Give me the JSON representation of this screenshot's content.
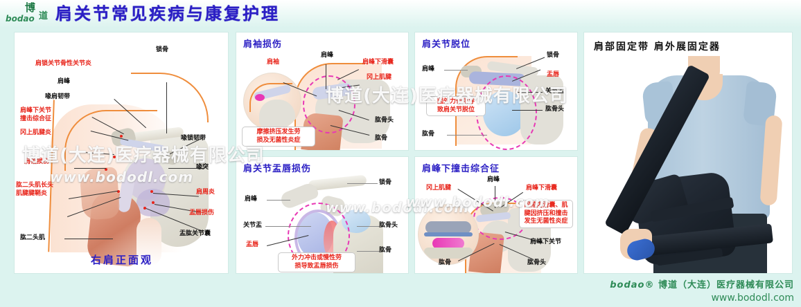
{
  "header": {
    "logo_text": "bodao",
    "logo_cn": "博",
    "logo_cn2": "道",
    "title": "肩关节常见疾病与康复护理"
  },
  "watermarks": {
    "company": "博道(大连)医疗器械有限公司",
    "site": "www.bododl.com"
  },
  "panel1": {
    "caption": "右肩正面观",
    "labels": {
      "clavicle": "锁骨",
      "ac_arthritis": "肩锁关节骨性关节炎",
      "acromion": "肩峰",
      "coracoacromial_lig": "喙肩韧带",
      "impingement": "肩峰下关节\n撞击综合征",
      "impingement_l1": "肩峰下关节",
      "impingement_l2": "撞击综合征",
      "supraspinatus_tendinitis": "冈上肌腱炎",
      "rotator_cuff_injury": "肩袖损伤",
      "biceps_long_head_l1": "肱二头肌长头",
      "biceps_long_head_l2": "肌腱腱鞘炎",
      "biceps": "肱二头肌",
      "coracoclavicular_lig": "喙锁韧带",
      "coracoid": "喙突",
      "frozen_shoulder": "肩周炎",
      "labrum_injury": "盂唇损伤",
      "glenohumeral_capsule": "盂肱关节囊"
    }
  },
  "panel2": {
    "title": "肩袖损伤",
    "labels": {
      "rotator_cuff": "肩袖",
      "acromion": "肩峰",
      "subacromial_bursa": "肩峰下滑囊",
      "supraspinatus_tendon": "冈上肌腱",
      "humeral_head": "肱骨头",
      "humerus": "肱骨"
    },
    "callout_l1": "摩擦挤压发生劳",
    "callout_l2": "损及无菌性炎症"
  },
  "panel3": {
    "title": "肩关节脱位",
    "labels": {
      "acromion": "肩峰",
      "clavicle": "锁骨",
      "labrum": "盂唇",
      "glenoid": "关节盂",
      "humeral_head": "肱骨头",
      "humerus": "肱骨"
    },
    "callout_l1": "因外力作用导",
    "callout_l2": "致肩关节脱位"
  },
  "panel4": {
    "title": "肩关节盂唇损伤",
    "labels": {
      "clavicle": "锁骨",
      "acromion": "肩峰",
      "glenoid": "关节盂",
      "labrum": "盂唇",
      "humeral_head": "肱骨头",
      "humerus": "肱骨"
    },
    "callout_l1": "外力冲击或慢性劳",
    "callout_l2": "损导致盂唇损伤"
  },
  "panel5": {
    "title": "肩峰下撞击综合征",
    "labels": {
      "supraspinatus_tendon": "冈上肌腱",
      "acromion": "肩峰",
      "subacromial_bursa": "肩峰下滑囊",
      "subacromial_joint": "肩峰下关节",
      "humerus": "肱骨",
      "humeral_head": "肱骨头"
    },
    "callout_l1": "间隙内滑囊、肌",
    "callout_l2": "腱因挤压和撞击",
    "callout_l3": "发生无菌性炎症"
  },
  "panel6": {
    "title": "肩部固定带  肩外展固定器"
  },
  "footer": {
    "brand": "bodao",
    "reg": "®",
    "company": "博道（大连）医疗器械有限公司",
    "site": "www.bododl.com"
  },
  "colors": {
    "background": "#dcf3ef",
    "title": "#2b1fc4",
    "label_red": "#e8251b",
    "brand_green": "#2e8b57",
    "highlight_pink": "#e838b5"
  }
}
